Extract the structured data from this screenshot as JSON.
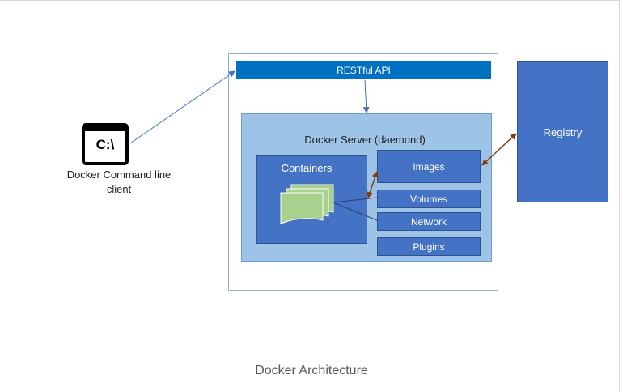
{
  "client": {
    "icon_glyph": "C:\\",
    "label": "Docker Command line client"
  },
  "host": {
    "api_label": "RESTful API",
    "server_label": "Docker Server (daemond)",
    "containers_label": "Containers",
    "components": [
      {
        "label": "Images"
      },
      {
        "label": "Volumes"
      },
      {
        "label": "Network"
      },
      {
        "label": "Plugins"
      }
    ]
  },
  "registry": {
    "label": "Registry"
  },
  "caption": "Docker Architecture",
  "colors": {
    "api_blue": "#0070c0",
    "box_blue": "#4472c4",
    "server_light_blue": "#9dc3e6",
    "container_green": "#a9d18e",
    "link_arrow": "#843c0c",
    "connector_blue": "#4472c4"
  }
}
